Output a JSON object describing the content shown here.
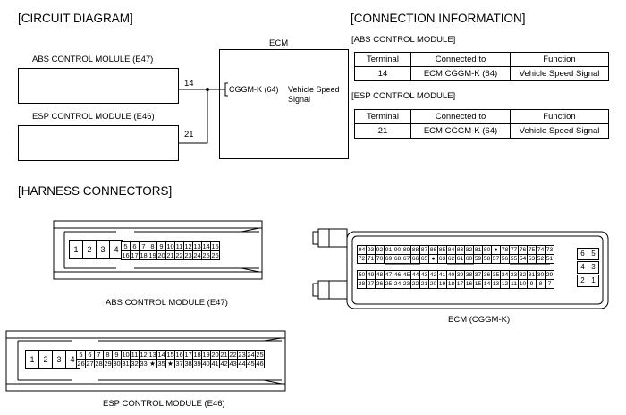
{
  "circuit": {
    "heading": "[CIRCUIT DIAGRAM]",
    "abs_label": "ABS CONTROL MOLULE (E47)",
    "esp_label": "ESP CONTROL MODULE (E46)",
    "ecm_title": "ECM",
    "wire_abs": "14",
    "wire_esp": "21",
    "ecm_pin": "CGGM-K (64)",
    "ecm_signal_1": "Vehicle Speed",
    "ecm_signal_2": "Signal"
  },
  "connection": {
    "heading": "[CONNECTION INFORMATION]",
    "abs_sub": "[ABS CONTROL MODULE]",
    "esp_sub": "[ESP CONTROL MODULE]",
    "headers": [
      "Terminal",
      "Connected to",
      "Function"
    ],
    "abs_row": [
      "14",
      "ECM CGGM-K (64)",
      "Vehicle Speed Signal"
    ],
    "esp_row": [
      "21",
      "ECM CGGM-K (64)",
      "Vehicle Speed Signal"
    ]
  },
  "harness": {
    "heading": "[HARNESS CONNECTORS]",
    "abs_caption": "ABS CONTROL MODULE (E47)",
    "ecm_caption": "ECM (CGGM-K)",
    "esp_caption": "ESP CONTROL MODULE (E46)",
    "abs_big": [
      "1",
      "2",
      "3",
      "4"
    ],
    "abs_row1": [
      "5",
      "6",
      "7",
      "8",
      "9",
      "10",
      "11",
      "12",
      "13",
      "14",
      "15"
    ],
    "abs_row2": [
      "16",
      "17",
      "18",
      "19",
      "20",
      "21",
      "22",
      "23",
      "24",
      "25",
      "26"
    ],
    "esp_big": [
      "1",
      "2",
      "3",
      "4"
    ],
    "esp_row1": [
      "5",
      "6",
      "7",
      "8",
      "9",
      "10",
      "11",
      "12",
      "13",
      "14",
      "15",
      "16",
      "17",
      "18",
      "19",
      "20",
      "21",
      "22",
      "23",
      "24",
      "25"
    ],
    "esp_row2": [
      "26",
      "27",
      "28",
      "29",
      "30",
      "31",
      "32",
      "33",
      "★",
      "35",
      "★",
      "37",
      "38",
      "39",
      "40",
      "41",
      "42",
      "43",
      "44",
      "45",
      "46"
    ],
    "ecm_row1": [
      "94",
      "93",
      "92",
      "91",
      "90",
      "89",
      "88",
      "87",
      "86",
      "85",
      "84",
      "83",
      "82",
      "81",
      "80",
      "●",
      "78",
      "77",
      "76",
      "75",
      "74",
      "73"
    ],
    "ecm_row2": [
      "72",
      "71",
      "70",
      "69",
      "68",
      "67",
      "66",
      "65",
      "●",
      "63",
      "62",
      "61",
      "60",
      "59",
      "58",
      "57",
      "56",
      "55",
      "54",
      "53",
      "52",
      "51"
    ],
    "ecm_row3": [
      "50",
      "49",
      "48",
      "47",
      "46",
      "45",
      "44",
      "43",
      "42",
      "41",
      "40",
      "39",
      "38",
      "37",
      "36",
      "35",
      "34",
      "33",
      "32",
      "31",
      "30",
      "29"
    ],
    "ecm_row4": [
      "28",
      "27",
      "26",
      "25",
      "24",
      "23",
      "22",
      "21",
      "20",
      "19",
      "18",
      "17",
      "16",
      "15",
      "14",
      "13",
      "12",
      "11",
      "10",
      "9",
      "8",
      "7"
    ],
    "ecm_side": [
      [
        "6",
        "5"
      ],
      [
        "4",
        "3"
      ],
      [
        "2",
        "1"
      ]
    ]
  },
  "colors": {
    "line": "#000000",
    "background": "#ffffff"
  }
}
